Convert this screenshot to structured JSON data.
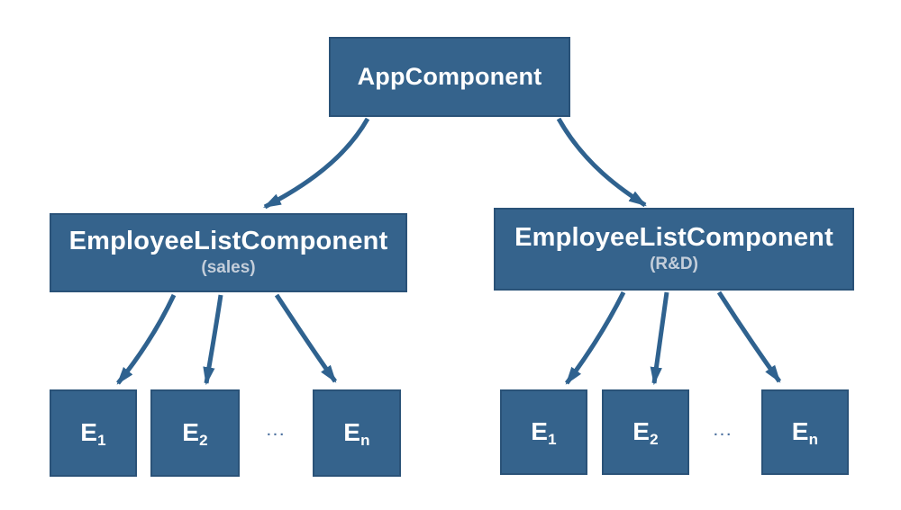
{
  "diagram": {
    "root": {
      "label": "AppComponent"
    },
    "groups": [
      {
        "label": "EmployeeListComponent",
        "sublabel": "(sales)",
        "ellipsis": "...",
        "children": [
          {
            "base": "E",
            "sub": "1"
          },
          {
            "base": "E",
            "sub": "2"
          },
          {
            "base": "E",
            "sub": "n"
          }
        ]
      },
      {
        "label": "EmployeeListComponent",
        "sublabel": "(R&D)",
        "ellipsis": "...",
        "children": [
          {
            "base": "E",
            "sub": "1"
          },
          {
            "base": "E",
            "sub": "2"
          },
          {
            "base": "E",
            "sub": "n"
          }
        ]
      }
    ],
    "colors": {
      "node_fill": "#35638C",
      "node_border": "#2A5278",
      "arrow": "#2F628F",
      "title_text": "#FFFFFF",
      "subtitle_text": "#C4CEDA",
      "ellipsis": "#4E72A0",
      "background": "#FFFFFF"
    }
  }
}
